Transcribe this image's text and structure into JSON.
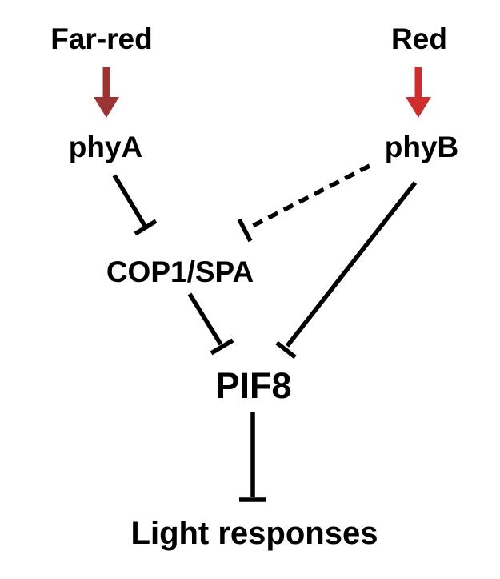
{
  "nodes": {
    "far_red": {
      "label": "Far-red",
      "color": "#9C3434"
    },
    "red": {
      "label": "Red",
      "color": "#CE2E2E"
    },
    "phy_a": {
      "label": "phyA"
    },
    "phy_b": {
      "label": "phyB"
    },
    "cop1_spa": {
      "label": "COP1/SPA"
    },
    "pif8": {
      "label": "PIF8"
    },
    "light_responses": {
      "label": "Light responses"
    }
  },
  "colors": {
    "far_red_light": "#9C3434",
    "red_light": "#CE2E2E",
    "line": "#000000",
    "text": "#000000",
    "background": "#ffffff"
  },
  "edges": [
    {
      "from": "Far-red",
      "to": "phyA",
      "type": "activation-arrow",
      "style": "solid",
      "color": "#9C3434"
    },
    {
      "from": "Red",
      "to": "phyB",
      "type": "activation-arrow",
      "style": "solid",
      "color": "#CE2E2E"
    },
    {
      "from": "phyA",
      "to": "COP1/SPA",
      "type": "inhibition",
      "style": "solid",
      "color": "#000000"
    },
    {
      "from": "phyB",
      "to": "COP1/SPA",
      "type": "inhibition",
      "style": "dashed",
      "color": "#000000"
    },
    {
      "from": "COP1/SPA",
      "to": "PIF8",
      "type": "inhibition",
      "style": "solid",
      "color": "#000000"
    },
    {
      "from": "phyB",
      "to": "PIF8",
      "type": "inhibition",
      "style": "solid",
      "color": "#000000"
    },
    {
      "from": "PIF8",
      "to": "Light responses",
      "type": "inhibition",
      "style": "solid",
      "color": "#000000"
    }
  ]
}
